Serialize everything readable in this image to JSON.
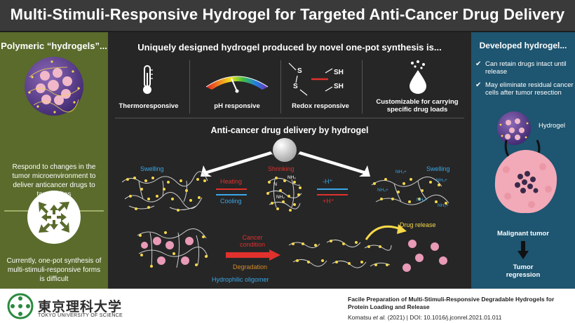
{
  "title": "Multi-Stimuli-Responsive Hydrogel for Targeted Anti-Cancer Drug Delivery",
  "left": {
    "title": "Polymeric “hydrogels”...",
    "text1": "Respond to changes in the tumor microenvironment to deliver anticancer drugs to target sites",
    "text2": "Currently, one-pot synthesis of multi-stimuli-responsive forms is difficult"
  },
  "center": {
    "title": "Uniquely designed hydrogel produced by novel one-pot synthesis is...",
    "features": [
      {
        "label": "Thermoresponsive",
        "icon": "thermometer-icon"
      },
      {
        "label": "pH responsive",
        "icon": "ph-scale-icon"
      },
      {
        "label": "Redox responsive",
        "icon": "redox-icon"
      },
      {
        "label": "Customizable for carrying specific drug loads",
        "icon": "drug-drop-icon"
      }
    ],
    "redox": {
      "s1": "S",
      "s2": "S",
      "sh1": "SH",
      "sh2": "SH"
    },
    "delivery_title": "Anti-cancer drug delivery by hydrogel",
    "labels": {
      "swelling_left": "Swelling",
      "shrinking": "Shrinking",
      "swelling_right": "Swelling",
      "heating": "Heating",
      "cooling": "Cooling",
      "minus_h": "-H⁺",
      "plus_h": "+H⁺",
      "nh2": "NH₂",
      "nh3": "NH₃+",
      "n": "N",
      "cancer_condition": "Cancer condition",
      "degradation": "Degradation",
      "drug_release": "Drug release",
      "hydrophilic_oligomer": "Hydrophilic oligomer"
    }
  },
  "right": {
    "title": "Developed hydrogel...",
    "bullets": [
      "Can retain drugs intact until release",
      "May eliminate residual cancer cells after tumor resection"
    ],
    "hydrogel_label": "Hydrogel",
    "tumor_label": "Malignant tumor",
    "regression_label": "Tumor regression"
  },
  "footer": {
    "logo_text": "東京理科大学",
    "logo_sub": "TOKYO UNIVERSITY OF SCIENCE",
    "paper_title": "Facile Preparation of Multi-Stimuli-Responsive Degradable Hydrogels for Protein Loading and Release",
    "citation_authors": "Komatsu",
    "citation_etal": "et al.",
    "citation_rest": "(2021)  |  DOI: 10.1016/j.jconrel.2021.01.011"
  },
  "colors": {
    "left_bg": "#5a6b2c",
    "center_bg": "#262626",
    "right_bg": "#1e5570",
    "accent_blue": "#3aa7e8",
    "accent_red": "#e0312d",
    "accent_yellow": "#f6d84a"
  }
}
